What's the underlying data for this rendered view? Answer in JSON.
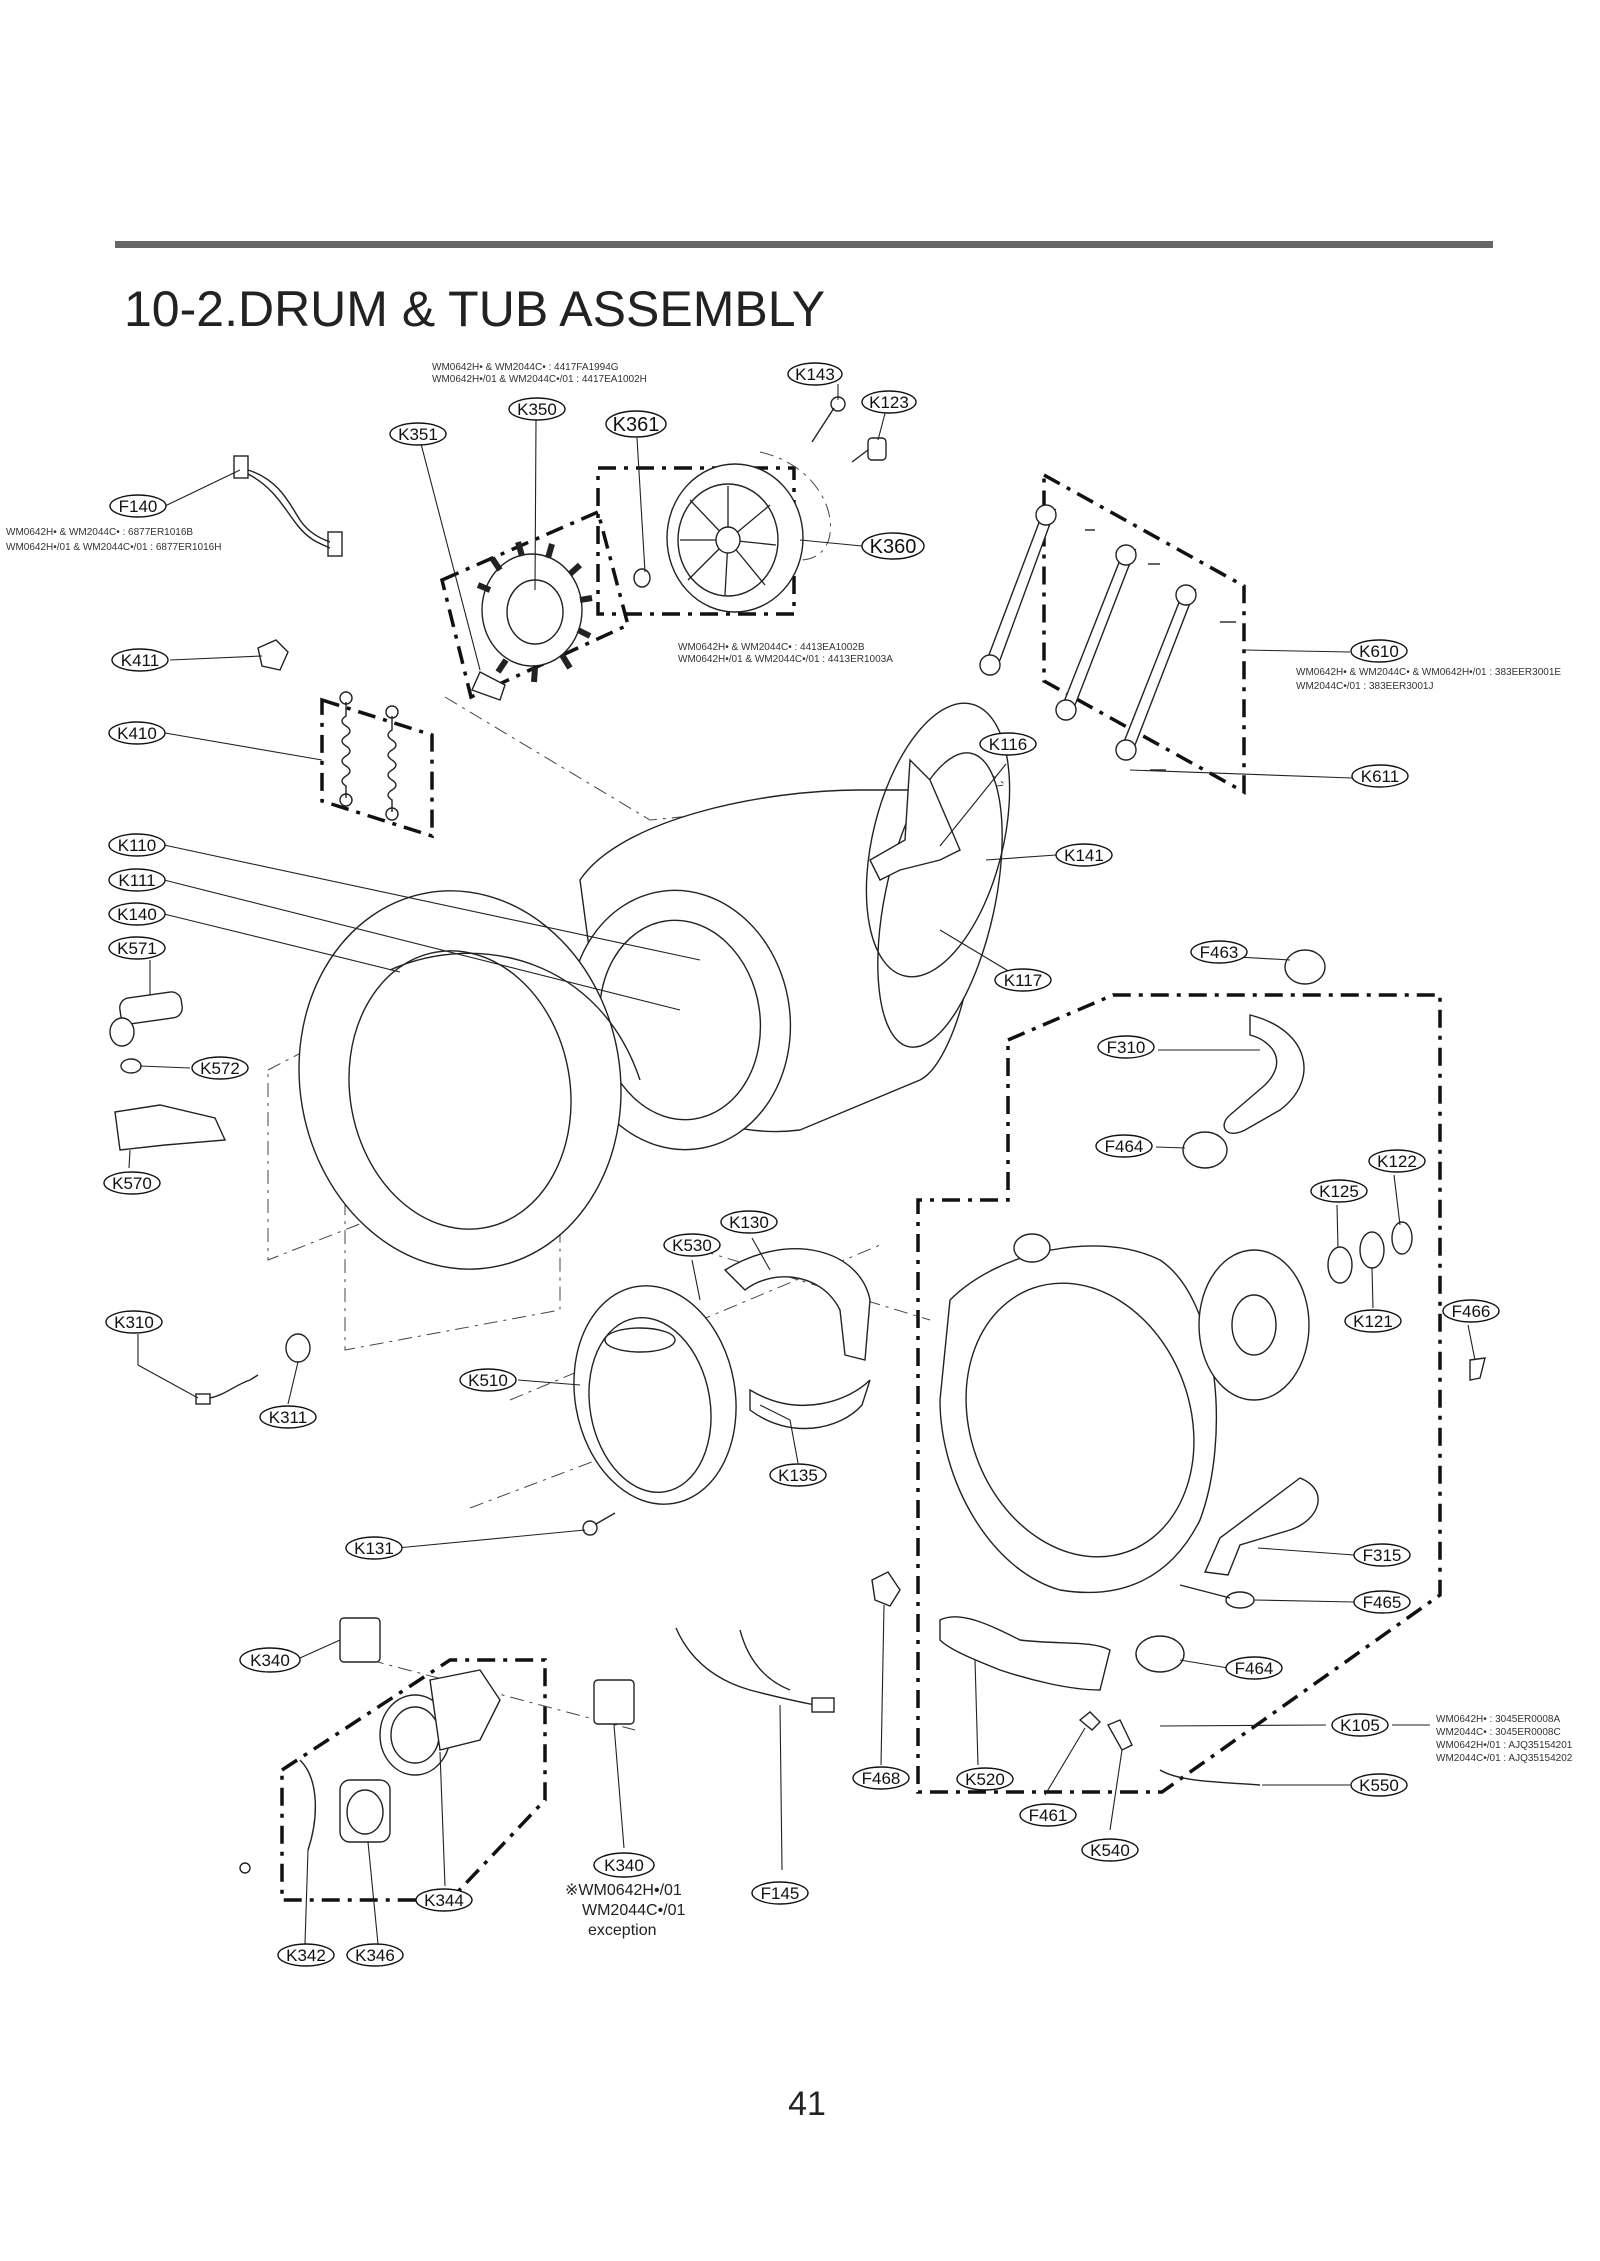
{
  "title": "10-2.DRUM & TUB ASSEMBLY",
  "page_number": "41",
  "notes": {
    "k350_line1": "WM0642H• & WM2044C• : 4417FA1994G",
    "k350_line2": "WM0642H•/01 & WM2044C•/01 : 4417EA1002H",
    "f140_line1": "WM0642H• & WM2044C• : 6877ER1016B",
    "f140_line2": "WM0642H•/01 & WM2044C•/01 : 6877ER1016H",
    "k360_line1": "WM0642H• & WM2044C• : 4413EA1002B",
    "k360_line2": "WM0642H•/01 & WM2044C•/01 : 4413ER1003A",
    "k610_line1": "WM0642H• & WM2044C• & WM0642H•/01 : 383EER3001E",
    "k610_line2": "WM2044C•/01 : 383EER3001J",
    "k105_line1": "WM0642H• : 3045ER0008A",
    "k105_line2": "WM2044C• : 3045ER0008C",
    "k105_line3": "WM0642H•/01 : AJQ35154201",
    "k105_line4": "WM2044C•/01 : AJQ35154202",
    "k340_line1": "※WM0642H•/01",
    "k340_line2": "WM2044C•/01",
    "k340_line3": "exception"
  },
  "labels": {
    "K143": "K143",
    "K123": "K123",
    "K350": "K350",
    "K361": "K361",
    "K351": "K351",
    "F140": "F140",
    "K360": "K360",
    "K411": "K411",
    "K610": "K610",
    "K410": "K410",
    "K116": "K116",
    "K611": "K611",
    "K110": "K110",
    "K141": "K141",
    "K111": "K111",
    "K140": "K140",
    "F463": "F463",
    "K571": "K571",
    "K117": "K117",
    "F310": "F310",
    "K572": "K572",
    "F464a": "F464",
    "K122": "K122",
    "K570": "K570",
    "K125": "K125",
    "K130": "K130",
    "K530": "K530",
    "F466": "F466",
    "K310": "K310",
    "K121": "K121",
    "K510": "K510",
    "K311": "K311",
    "K135": "K135",
    "K131": "K131",
    "F315": "F315",
    "F465": "F465",
    "K340a": "K340",
    "F464b": "F464",
    "K105": "K105",
    "F468": "F468",
    "K520": "K520",
    "K550": "K550",
    "F461": "F461",
    "K540": "K540",
    "K340b": "K340",
    "F145": "F145",
    "K344": "K344",
    "K342": "K342",
    "K346": "K346"
  },
  "colors": {
    "ink": "#222222",
    "rule": "#666666",
    "background": "#ffffff"
  }
}
